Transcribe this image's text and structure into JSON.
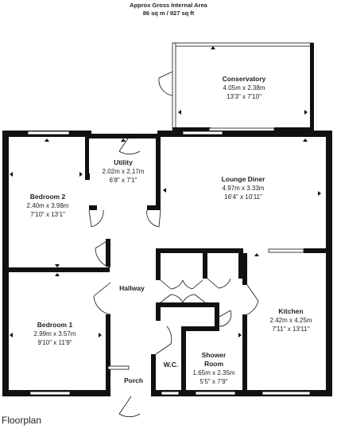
{
  "header": {
    "line1": "Approx Gross Internal Area",
    "line2": "86 sq m / 927 sq ft"
  },
  "rooms": {
    "conservatory": {
      "name": "Conservatory",
      "metric": "4.05m x 2.38m",
      "imperial": "13'3\" x 7'10\""
    },
    "utility": {
      "name": "Utility",
      "metric": "2.02m x 2.17m",
      "imperial": "6'8\" x 7'1\""
    },
    "lounge": {
      "name": "Lounge Diner",
      "metric": "4.97m x 3.33m",
      "imperial": "16'4\" x 10'11\""
    },
    "bedroom2": {
      "name": "Bedroom 2",
      "metric": "2.40m x 3.98m",
      "imperial": "7'10\" x 13'1\""
    },
    "hallway": {
      "name": "Hallway"
    },
    "bedroom1": {
      "name": "Bedroom 1",
      "metric": "2.99m x 3.57m",
      "imperial": "9'10\" x 11'9\""
    },
    "kitchen": {
      "name": "Kitchen",
      "metric": "2.42m x 4.25m",
      "imperial": "7'11\" x 13'11\""
    },
    "wc": {
      "name": "W.C."
    },
    "shower": {
      "name": "Shower",
      "name2": "Room",
      "metric": "1.65m x 2.35m",
      "imperial": "5'5\" x 7'9\""
    },
    "porch": {
      "name": "Porch"
    }
  },
  "footer": {
    "caption": "Floorplan"
  }
}
